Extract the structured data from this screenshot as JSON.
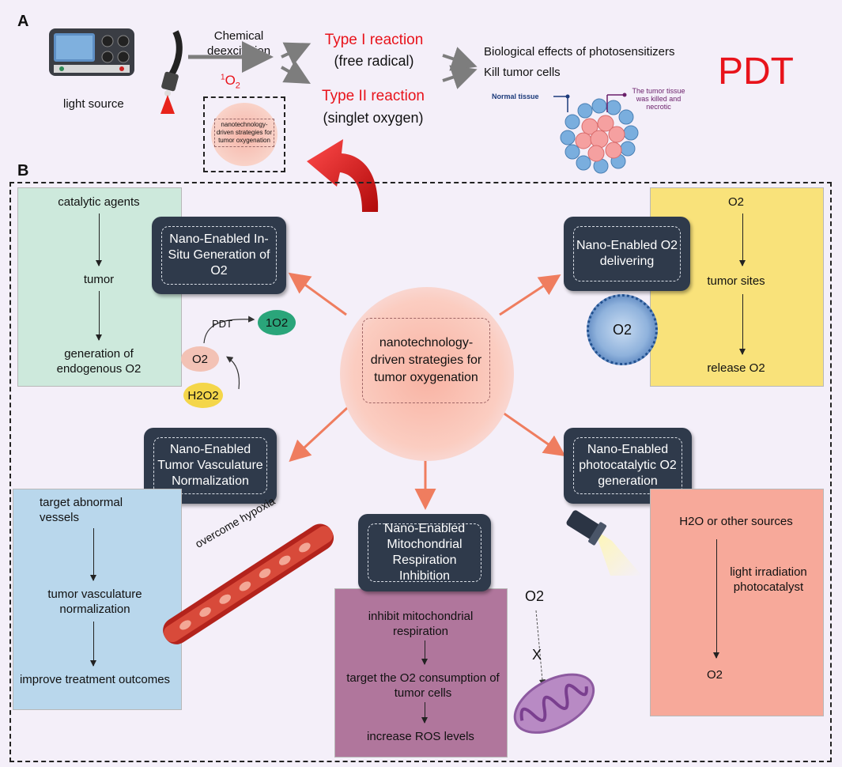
{
  "panel_a": {
    "letter": "A",
    "light_source_label": "light source",
    "chemical_label": "Chemical deexcitation",
    "type1_title": "Type I reaction",
    "type1_sub": "(free radical)",
    "type2_title": "Type II reaction",
    "type2_sub": "(singlet oxygen)",
    "singlet_o2_sup": "1",
    "singlet_o2_base": "O",
    "singlet_o2_sub": "2",
    "inset_text": "nanotechnology-driven strategies for tumor oxygenation",
    "bio_effects": "Biological effects of photosensitizers",
    "kill_cells": "Kill tumor cells",
    "pdt": "PDT",
    "normal_tissue": "Normal tissue",
    "tumor_killed": "The tumor tissue was killed and necrotic"
  },
  "panel_b": {
    "letter": "B",
    "center_text": "nanotechnology-driven strategies for tumor oxygenation",
    "insitu": {
      "card": "Nano-Enabled In-Situ Generation of O2",
      "step1": "catalytic agents",
      "step2": "tumor",
      "step3": "generation of endogenous O2",
      "pdt_label": "PDT",
      "bubble_1o2": "1O2",
      "bubble_o2": "O2",
      "bubble_h2o2": "H2O2"
    },
    "delivery": {
      "card": "Nano-Enabled O2 delivering",
      "step1": "O2",
      "step2": "tumor sites",
      "step3": "release O2",
      "carrier_label": "O2"
    },
    "vasculature": {
      "card": "Nano-Enabled Tumor Vasculature Normalization",
      "step1": "target abnormal vessels",
      "step2": "tumor vasculature normalization",
      "step3": "improve treatment outcomes",
      "vessel_label": "overcome hypoxia"
    },
    "mito": {
      "card": "Nano-Enabled Mitochondrial Respiration Inhibition",
      "step1": "inhibit mitochondrial respiration",
      "step2": "target the O2 consumption of tumor cells",
      "step3": "increase ROS levels",
      "o2_label": "O2",
      "block_mark": "X"
    },
    "photo": {
      "card": "Nano-Enabled photocatalytic O2 generation",
      "step1": "H2O or other sources",
      "step2": "light irradiation photocatalyst",
      "step3": "O2"
    }
  },
  "colors": {
    "background": "#f4eff9",
    "red_text": "#e8131b",
    "card_dark": "#2f3a4b",
    "green_box": "#cde9dc",
    "yellow_box": "#f9e27a",
    "blue_box": "#b9d7ec",
    "purple_box": "#b0769c",
    "salmon_box": "#f7a99a",
    "arrow_orange": "#ef7d5f"
  }
}
